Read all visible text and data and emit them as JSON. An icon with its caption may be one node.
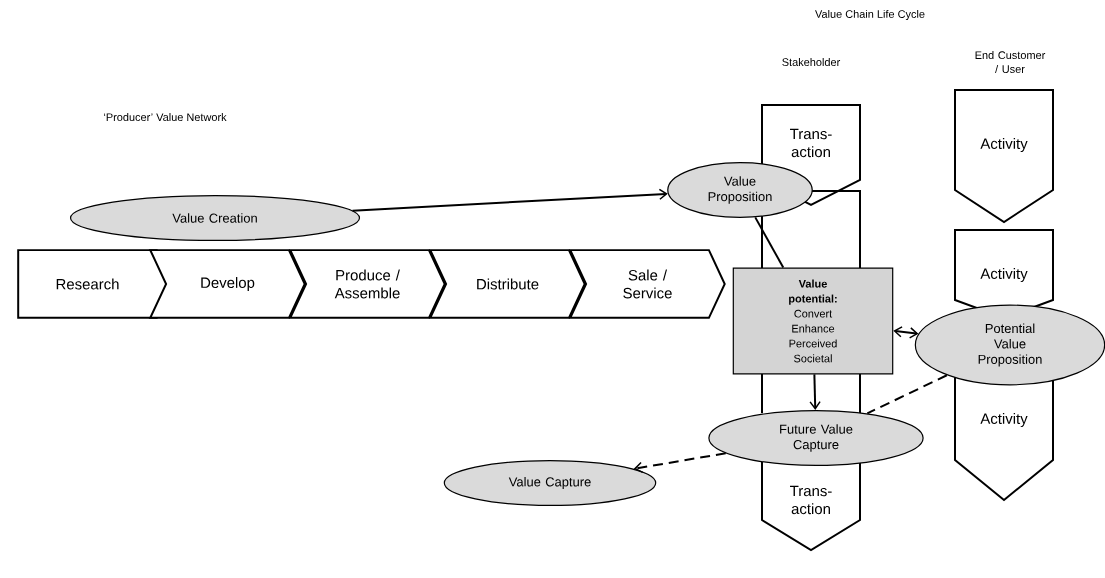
{
  "diagram": {
    "nodes": [
      {
        "text": [
          "Value Creation"
        ]
      },
      {
        "text": [
          "Research"
        ]
      },
      {
        "text": [
          "Develop"
        ]
      },
      {
        "text": [
          "Produce / Assemble"
        ]
      },
      {
        "text": [
          "Distribute"
        ]
      },
      {
        "text": [
          "Sale / Service"
        ]
      },
      {
        "text": [
          "Trans- action"
        ]
      },
      {
        "text": [
          "Trans- action"
        ]
      },
      {
        "text": [
          "Activity"
        ]
      },
      {
        "text": [
          "Activity"
        ]
      },
      {
        "text": [
          "Activity"
        ]
      },
      {
        "text": [
          "Value Proposition"
        ]
      },
      {
        "text": [
          "Value potential:",
          "Convert Enhance Perceived Societal"
        ]
      },
      {
        "text": [
          "Potential Value Proposition"
        ]
      },
      {
        "text": [
          "Future Value Capture"
        ]
      },
      {
        "text": [
          "Value Capture"
        ]
      }
    ],
    "edges": [
      {
        "from": 0,
        "to": 11,
        "arrow": "to"
      },
      {
        "from": 11,
        "to": 12,
        "arrow": "none"
      },
      {
        "from": 12,
        "to": 14,
        "arrow": "to"
      },
      {
        "from": 12,
        "to": 13,
        "arrow": "both"
      },
      {
        "from": 13,
        "to": 14,
        "arrow": "none",
        "style": "dashed"
      },
      {
        "from": 14,
        "to": 15,
        "arrow": "to",
        "style": "dashed"
      }
    ],
    "labels": [
      "Value Chain Life Cycle",
      "Stakeholder",
      "End Customer / User",
      "‘Producer’ Value Network"
    ]
  }
}
